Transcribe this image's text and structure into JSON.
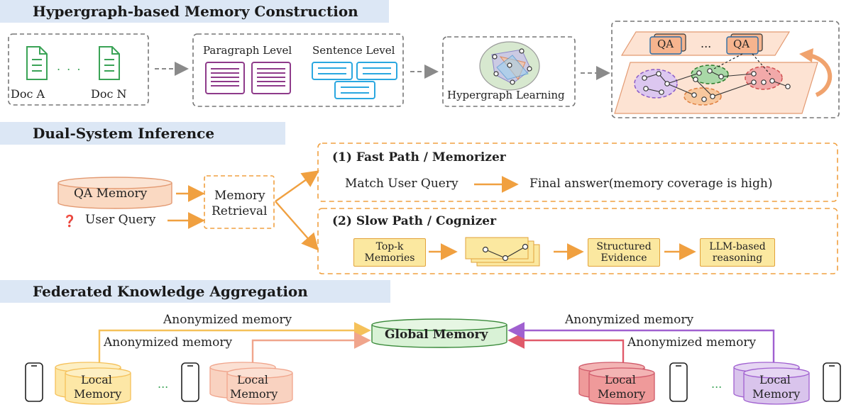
{
  "sections": {
    "s1_title": "Hypergraph-based Memory Construction",
    "s2_title": "Dual-System Inference",
    "s3_title": "Federated Knowledge Aggregation"
  },
  "construction": {
    "doc_a": "Doc A",
    "doc_n": "Doc N",
    "doc_dots": ". . .",
    "paragraph_level": "Paragraph Level",
    "sentence_level": "Sentence Level",
    "hypergraph_learning": "Hypergraph Learning",
    "qa_left": "QA",
    "qa_dots": "...",
    "qa_right": "QA"
  },
  "inference": {
    "qa_memory": "QA  Memory",
    "user_query": "User Query",
    "memory_retrieval_1": "Memory",
    "memory_retrieval_2": "Retrieval",
    "fast_title": "(1) Fast  Path / Memorizer",
    "match_query": "Match User Query",
    "final_answer": "Final answer(memory coverage is high)",
    "slow_title": "(2) Slow Path / Cognizer",
    "topk_1": "Top-k",
    "topk_2": "Memories",
    "structured_1": "Structured",
    "structured_2": "Evidence",
    "llm_1": "LLM-based",
    "llm_2": "reasoning"
  },
  "aggregation": {
    "global_memory": "Global Memory",
    "anon_1": "Anonymized memory",
    "anon_2": "Anonymized memory",
    "anon_3": "Anonymized memory",
    "anon_4": "Anonymized memory",
    "local_1a": "Local",
    "local_1b": "Memory",
    "local_2a": "Local",
    "local_2b": "Memory",
    "local_3a": "Local",
    "local_3b": "Memory",
    "local_4a": "Local",
    "local_4b": "Memory",
    "dots_left": "...",
    "dots_right": "..."
  },
  "colors": {
    "section_bg": "#dce7f5",
    "orange": "#f0a040",
    "green_doc": "#3aa356",
    "purple": "#8e3a8a",
    "blue": "#2aa7e0",
    "global_green": "#d9f2d6",
    "local_yellow": "#fde7a6",
    "local_peach": "#f9d2c0",
    "local_red": "#ef9a9a",
    "local_purple": "#d9c4ec"
  }
}
